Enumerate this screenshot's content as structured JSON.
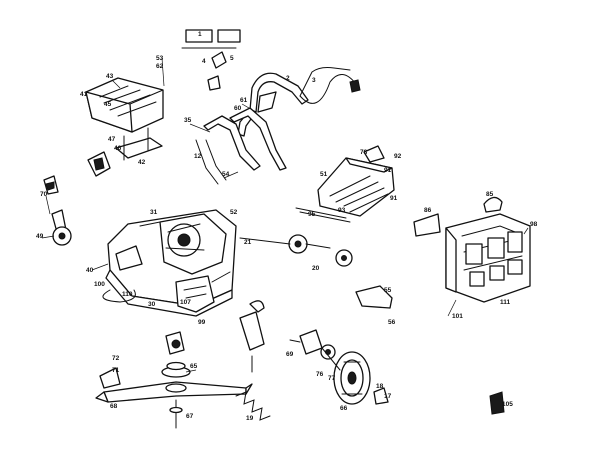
{
  "diagram": {
    "description_free": true,
    "part_numbers": [
      {
        "id": "p53",
        "text": "53"
      },
      {
        "id": "p62",
        "text": "62"
      },
      {
        "id": "p1",
        "text": "1"
      },
      {
        "id": "p4",
        "text": "4"
      },
      {
        "id": "p5",
        "text": "5"
      },
      {
        "id": "p43",
        "text": "43"
      },
      {
        "id": "p41",
        "text": "41"
      },
      {
        "id": "p45",
        "text": "45"
      },
      {
        "id": "p47",
        "text": "47"
      },
      {
        "id": "p46",
        "text": "46"
      },
      {
        "id": "p42",
        "text": "42"
      },
      {
        "id": "p35",
        "text": "35"
      },
      {
        "id": "p3",
        "text": "3"
      },
      {
        "id": "p2",
        "text": "2"
      },
      {
        "id": "p61",
        "text": "61"
      },
      {
        "id": "p60",
        "text": "60"
      },
      {
        "id": "p54",
        "text": "54"
      },
      {
        "id": "p12",
        "text": "12"
      },
      {
        "id": "p78",
        "text": "78"
      },
      {
        "id": "p92",
        "text": "92"
      },
      {
        "id": "p51",
        "text": "51"
      },
      {
        "id": "p91",
        "text": "91"
      },
      {
        "id": "p95",
        "text": "95"
      },
      {
        "id": "p93",
        "text": "93"
      },
      {
        "id": "p91b",
        "text": "91"
      },
      {
        "id": "p70",
        "text": "70"
      },
      {
        "id": "p49",
        "text": "49"
      },
      {
        "id": "p31",
        "text": "31"
      },
      {
        "id": "p40",
        "text": "40"
      },
      {
        "id": "p52",
        "text": "52"
      },
      {
        "id": "p21",
        "text": "21"
      },
      {
        "id": "p20",
        "text": "20"
      },
      {
        "id": "p100",
        "text": "100"
      },
      {
        "id": "p110",
        "text": "110"
      },
      {
        "id": "p30",
        "text": "30"
      },
      {
        "id": "p107",
        "text": "107"
      },
      {
        "id": "p99",
        "text": "99"
      },
      {
        "id": "p56",
        "text": "56"
      },
      {
        "id": "p55",
        "text": "55"
      },
      {
        "id": "p72",
        "text": "72"
      },
      {
        "id": "p71",
        "text": "71"
      },
      {
        "id": "p65",
        "text": "65"
      },
      {
        "id": "p68",
        "text": "68"
      },
      {
        "id": "p67",
        "text": "67"
      },
      {
        "id": "p69",
        "text": "69"
      },
      {
        "id": "p76",
        "text": "76"
      },
      {
        "id": "p77",
        "text": "77"
      },
      {
        "id": "p66",
        "text": "66"
      },
      {
        "id": "p19",
        "text": "19"
      },
      {
        "id": "p18",
        "text": "18"
      },
      {
        "id": "p17",
        "text": "17"
      },
      {
        "id": "p85",
        "text": "85"
      },
      {
        "id": "p86",
        "text": "86"
      },
      {
        "id": "p101",
        "text": "101"
      },
      {
        "id": "p111",
        "text": "111"
      },
      {
        "id": "p98",
        "text": "98"
      },
      {
        "id": "p105",
        "text": "105"
      }
    ]
  }
}
